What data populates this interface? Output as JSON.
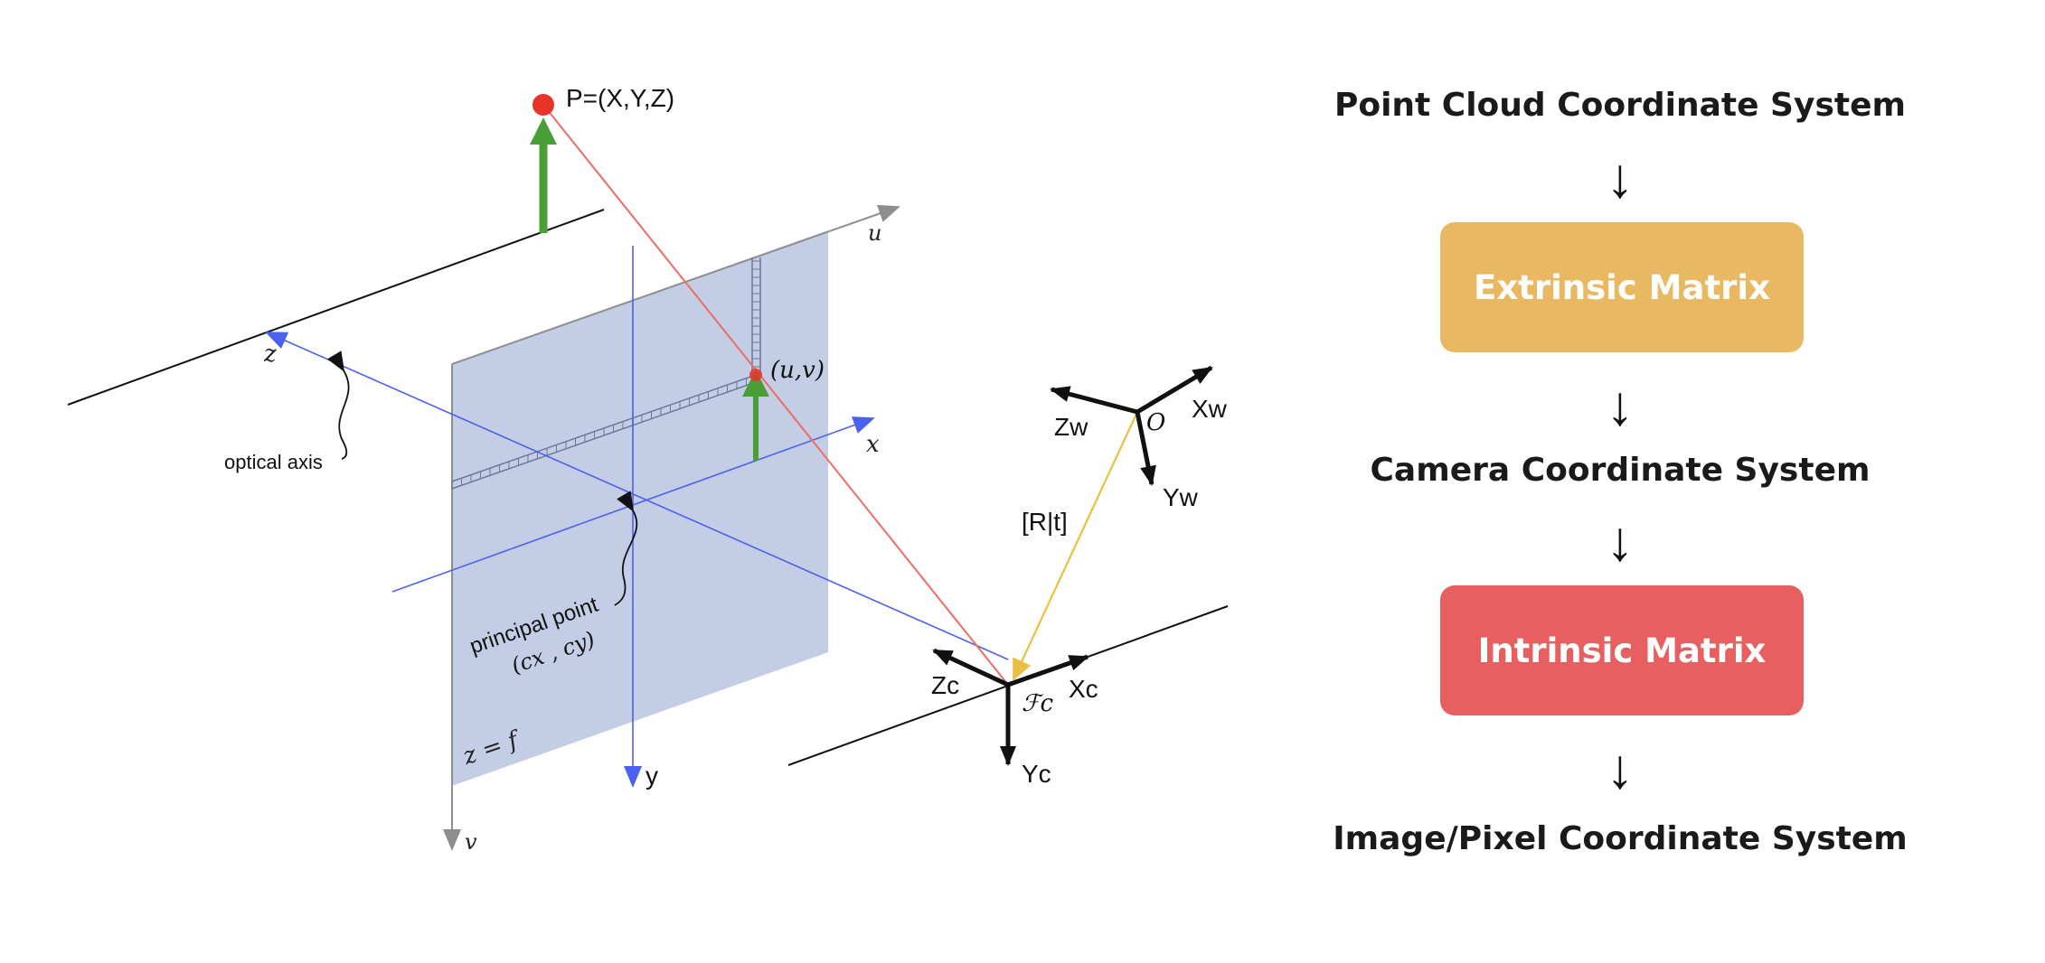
{
  "diagram": {
    "point_label": "P=(X,Y,Z)",
    "axes": {
      "u": "u",
      "v": "v",
      "x": "x",
      "y": "y",
      "z": "z"
    },
    "uv_label": "(u,v)",
    "optical_axis_label": "optical axis",
    "principal_point_label": "principal point",
    "principal_point_coords": "(cx , cy)",
    "focal_plane_label": "z = f",
    "transform_label": "[R|t]",
    "camera_frame": {
      "origin": "ℱc",
      "z": "Zc",
      "x": "Xc",
      "y": "Yc"
    },
    "world_frame": {
      "origin": "O",
      "z": "Zw",
      "x": "Xw",
      "y": "Yw"
    }
  },
  "flow": {
    "steps": [
      "Point Cloud Coordinate  System",
      "Camera Coordinate  System",
      "Image/Pixel Coordinate  System"
    ],
    "matrices": [
      {
        "label": "Extrinsic Matrix",
        "color": "#e8b962"
      },
      {
        "label": "Intrinsic Matrix",
        "color": "#e85f5f"
      }
    ],
    "arrow_glyph": "↓"
  },
  "colors": {
    "image_plane": "#c3cde6",
    "axis_blue": "#4b61f0",
    "ray_red": "#ee6e63",
    "point_red": "#e8332a",
    "height_green": "#4a9e37",
    "transform_yellow": "#e9bf45"
  }
}
